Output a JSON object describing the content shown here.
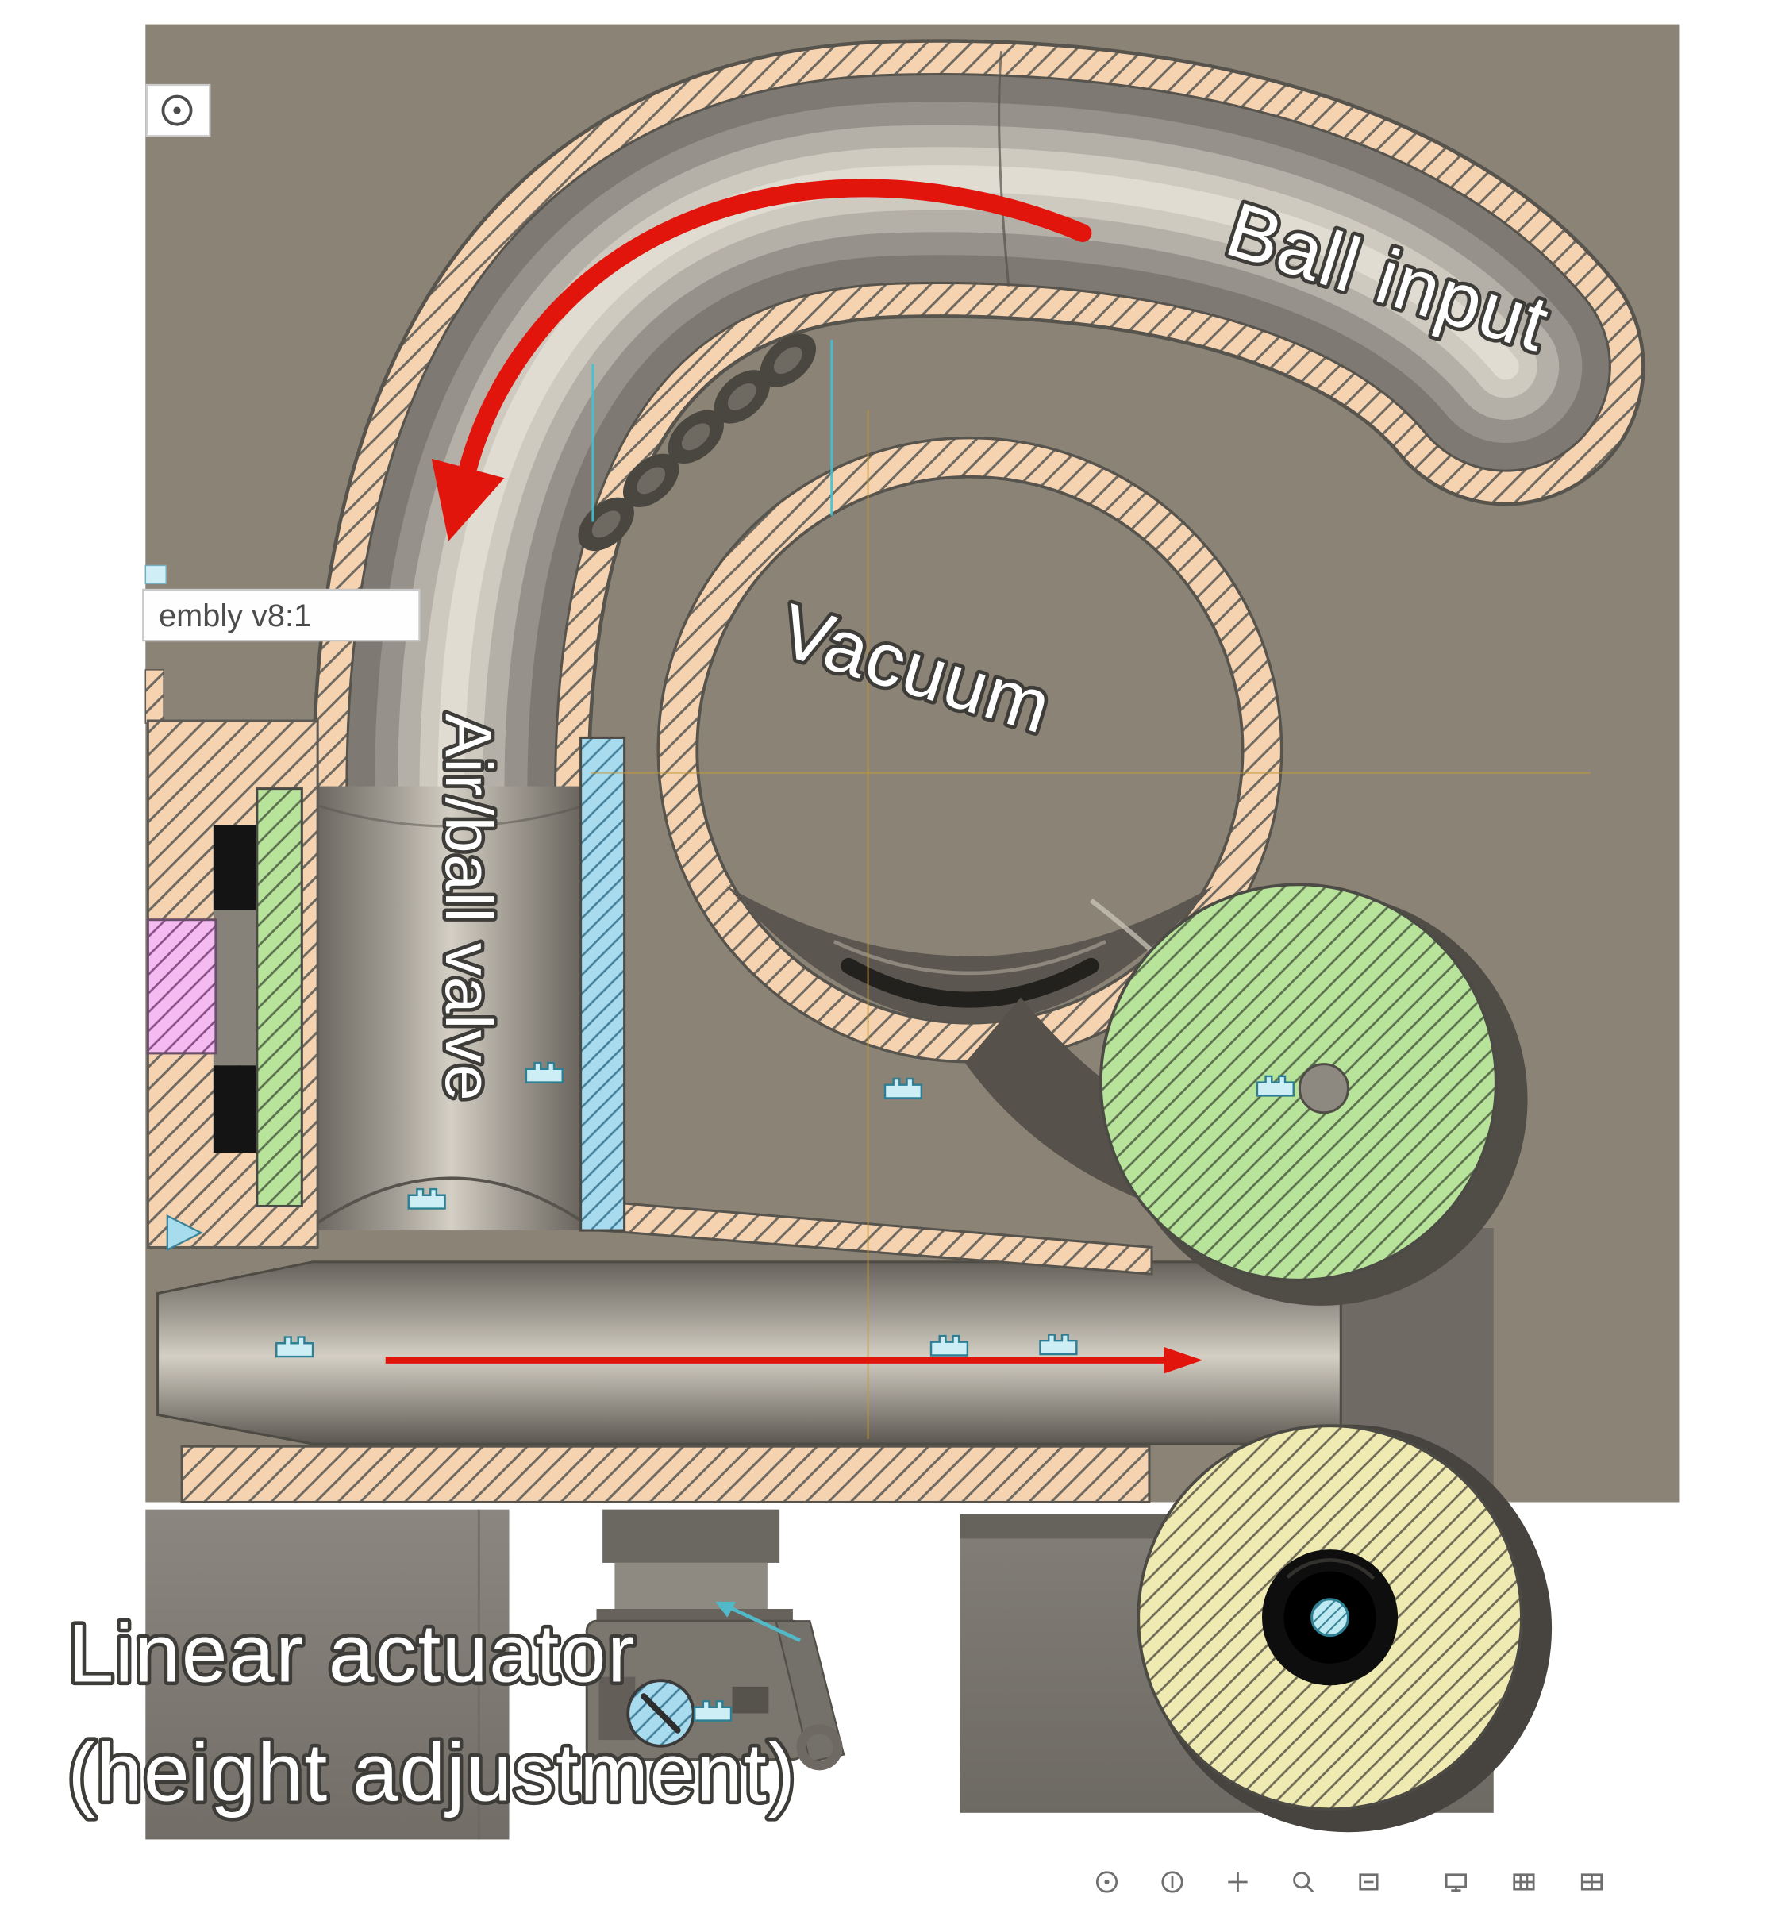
{
  "viewport": {
    "assembly_version_label": "embly v8:1",
    "background_color": "#8b8376"
  },
  "annotations": {
    "ball_input": "Ball input",
    "vacuum": "Vacuum",
    "air_ball_valve": "Air/ball valve",
    "linear_actuator": "Linear actuator",
    "linear_actuator_sub": "(height adjustment)"
  },
  "legend_colors": {
    "section_hatch": "#f5d2b0",
    "valve_seat_green": "#b7e39a",
    "valve_sleeve_blue": "#a9dbee",
    "seal_pink": "#f3bbf0",
    "drive_wheel_yellow": "#efeab2",
    "section_symbol_teal": "#bfe9f2",
    "flow_arrow_red": "#e2150c"
  },
  "nav_toolbar": {
    "icons": [
      "orbit",
      "look-at",
      "pan",
      "zoom",
      "fit-view",
      "display-settings",
      "grid-snap",
      "viewports"
    ]
  }
}
